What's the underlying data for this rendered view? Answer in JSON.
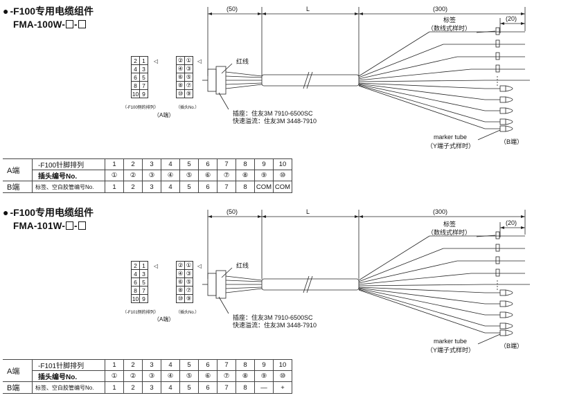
{
  "sections": [
    {
      "title": "-F100专用电缆组件",
      "model_prefix": "FMA-100W-",
      "dim_50": "(50)",
      "dim_L": "L",
      "dim_300": "(300)",
      "dim_20": "(20)",
      "label_tag": "标签",
      "label_tag_sub": "（数线式样时）",
      "label_red": "红线",
      "label_socket": "插座：住友3M 7910-6500SC",
      "label_lock": "快速溢流：住友3M 3448-7910",
      "label_marker": "marker tube",
      "label_marker_sub": "（Y端子式样时）",
      "label_b_end": "（B端）",
      "label_a_end": "（A端）",
      "pin_a_caption": "（-F100侧的排列）",
      "pin_b_caption": "（插头No.）",
      "pin_a_rows": [
        [
          "2",
          "1"
        ],
        [
          "4",
          "3"
        ],
        [
          "6",
          "5"
        ],
        [
          "8",
          "7"
        ],
        [
          "10",
          "9"
        ]
      ],
      "pin_b_rows": [
        [
          "②",
          "①"
        ],
        [
          "④",
          "③"
        ],
        [
          "⑥",
          "⑤"
        ],
        [
          "⑧",
          "⑦"
        ],
        [
          "⑩",
          "⑨"
        ]
      ],
      "table": {
        "a_end": "A端",
        "b_end": "B端",
        "row1_label": "-F100针脚排列",
        "row2_label": "插头编号No.",
        "row3_label": "标签、空白胶管编号No.",
        "row1": [
          "1",
          "2",
          "3",
          "4",
          "5",
          "6",
          "7",
          "8",
          "9",
          "10"
        ],
        "row2": [
          "①",
          "②",
          "③",
          "④",
          "⑤",
          "⑥",
          "⑦",
          "⑧",
          "⑨",
          "⑩"
        ],
        "row3": [
          "1",
          "2",
          "3",
          "4",
          "5",
          "6",
          "7",
          "8",
          "COM",
          "COM"
        ]
      }
    },
    {
      "title": "-F100专用电缆组件",
      "model_prefix": "FMA-101W-",
      "dim_50": "(50)",
      "dim_L": "L",
      "dim_300": "(300)",
      "dim_20": "(20)",
      "label_tag": "标签",
      "label_tag_sub": "（数线式样时）",
      "label_red": "红线",
      "label_socket": "插座：住友3M 7910-6500SC",
      "label_lock": "快速溢流：住友3M 3448-7910",
      "label_marker": "marker tube",
      "label_marker_sub": "（Y端子式样时）",
      "label_b_end": "（B端）",
      "label_a_end": "（A端）",
      "pin_a_caption": "（-F101侧的排列）",
      "pin_b_caption": "（插头No.）",
      "pin_a_rows": [
        [
          "2",
          "1"
        ],
        [
          "4",
          "3"
        ],
        [
          "6",
          "5"
        ],
        [
          "8",
          "7"
        ],
        [
          "10",
          "9"
        ]
      ],
      "pin_b_rows": [
        [
          "②",
          "①"
        ],
        [
          "④",
          "③"
        ],
        [
          "⑥",
          "⑤"
        ],
        [
          "⑧",
          "⑦"
        ],
        [
          "⑩",
          "⑨"
        ]
      ],
      "table": {
        "a_end": "A端",
        "b_end": "B端",
        "row1_label": "-F101针脚排列",
        "row2_label": "插头编号No.",
        "row3_label": "标签、空白胶管编号No.",
        "row1": [
          "1",
          "2",
          "3",
          "4",
          "5",
          "6",
          "7",
          "8",
          "9",
          "10"
        ],
        "row2": [
          "①",
          "②",
          "③",
          "④",
          "⑤",
          "⑥",
          "⑦",
          "⑧",
          "⑨",
          "⑩"
        ],
        "row3": [
          "1",
          "2",
          "3",
          "4",
          "5",
          "6",
          "7",
          "8",
          "—",
          "+"
        ]
      }
    }
  ]
}
